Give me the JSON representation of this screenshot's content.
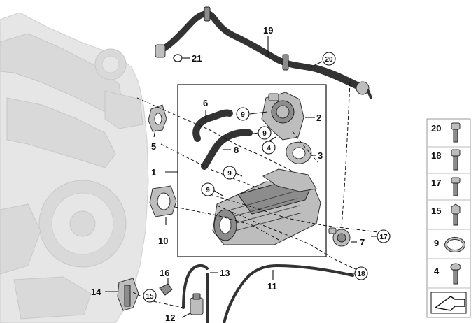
{
  "callouts": {
    "c1": "1",
    "c2": "2",
    "c3": "3",
    "c4": "4",
    "c5": "5",
    "c6": "6",
    "c7": "7",
    "c8": "8",
    "c9a": "9",
    "c9b": "9",
    "c9c": "9",
    "c9d": "9",
    "c10": "10",
    "c11": "11",
    "c12": "12",
    "c13": "13",
    "c14": "14",
    "c15": "15",
    "c16": "16",
    "c17": "17",
    "c18": "18",
    "c19": "19",
    "c20": "20",
    "c21": "21"
  },
  "legend": {
    "items": [
      {
        "label": "20",
        "icon": "bolt-icon"
      },
      {
        "label": "18",
        "icon": "bolt-icon"
      },
      {
        "label": "17",
        "icon": "bolt-icon"
      },
      {
        "label": "15",
        "icon": "hex-bolt-icon"
      },
      {
        "label": "9",
        "icon": "hose-clamp-icon"
      },
      {
        "label": "4",
        "icon": "screw-icon"
      }
    ],
    "nav_icon": "next-page-arrow-icon"
  },
  "colors": {
    "line": "#111111",
    "ghost": "#e6e6e6",
    "part": "#bdbdbd"
  }
}
